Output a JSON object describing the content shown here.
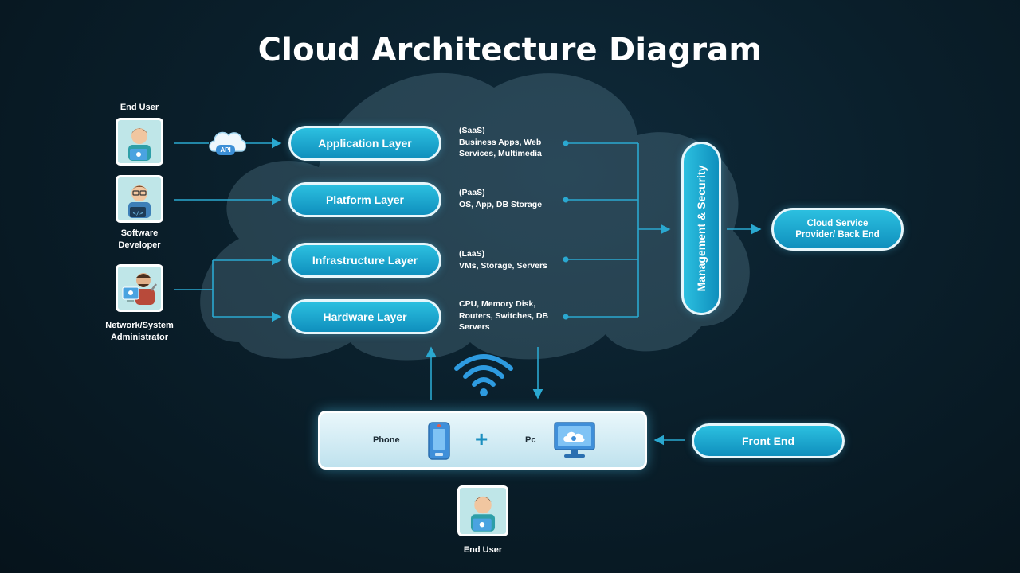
{
  "title": "Cloud Architecture Diagram",
  "users": {
    "end_user_top": "End User",
    "software_developer": "Software\nDeveloper",
    "network_admin": "Network/System\nAdministrator",
    "end_user_bottom": "End User"
  },
  "api_label": "API",
  "layers": [
    {
      "name": "Application Layer",
      "desc": "(SaaS)\nBusiness Apps, Web\nServices, Multimedia"
    },
    {
      "name": "Platform Layer",
      "desc": "(PaaS)\nOS, App, DB Storage"
    },
    {
      "name": "Infrastructure Layer",
      "desc": "(LaaS)\nVMs, Storage, Servers"
    },
    {
      "name": "Hardware Layer",
      "desc": "CPU, Memory Disk,\nRouters, Switches, DB\nServers"
    }
  ],
  "management": "Management & Security",
  "provider": "Cloud Service\nProvider/ Back End",
  "front_end": "Front End",
  "devices": {
    "phone": "Phone",
    "plus": "+",
    "pc": "Pc"
  },
  "colors": {
    "accent": "#1aa6d3",
    "line": "#2aa8d0",
    "pill_border": "#e6f6fb"
  }
}
